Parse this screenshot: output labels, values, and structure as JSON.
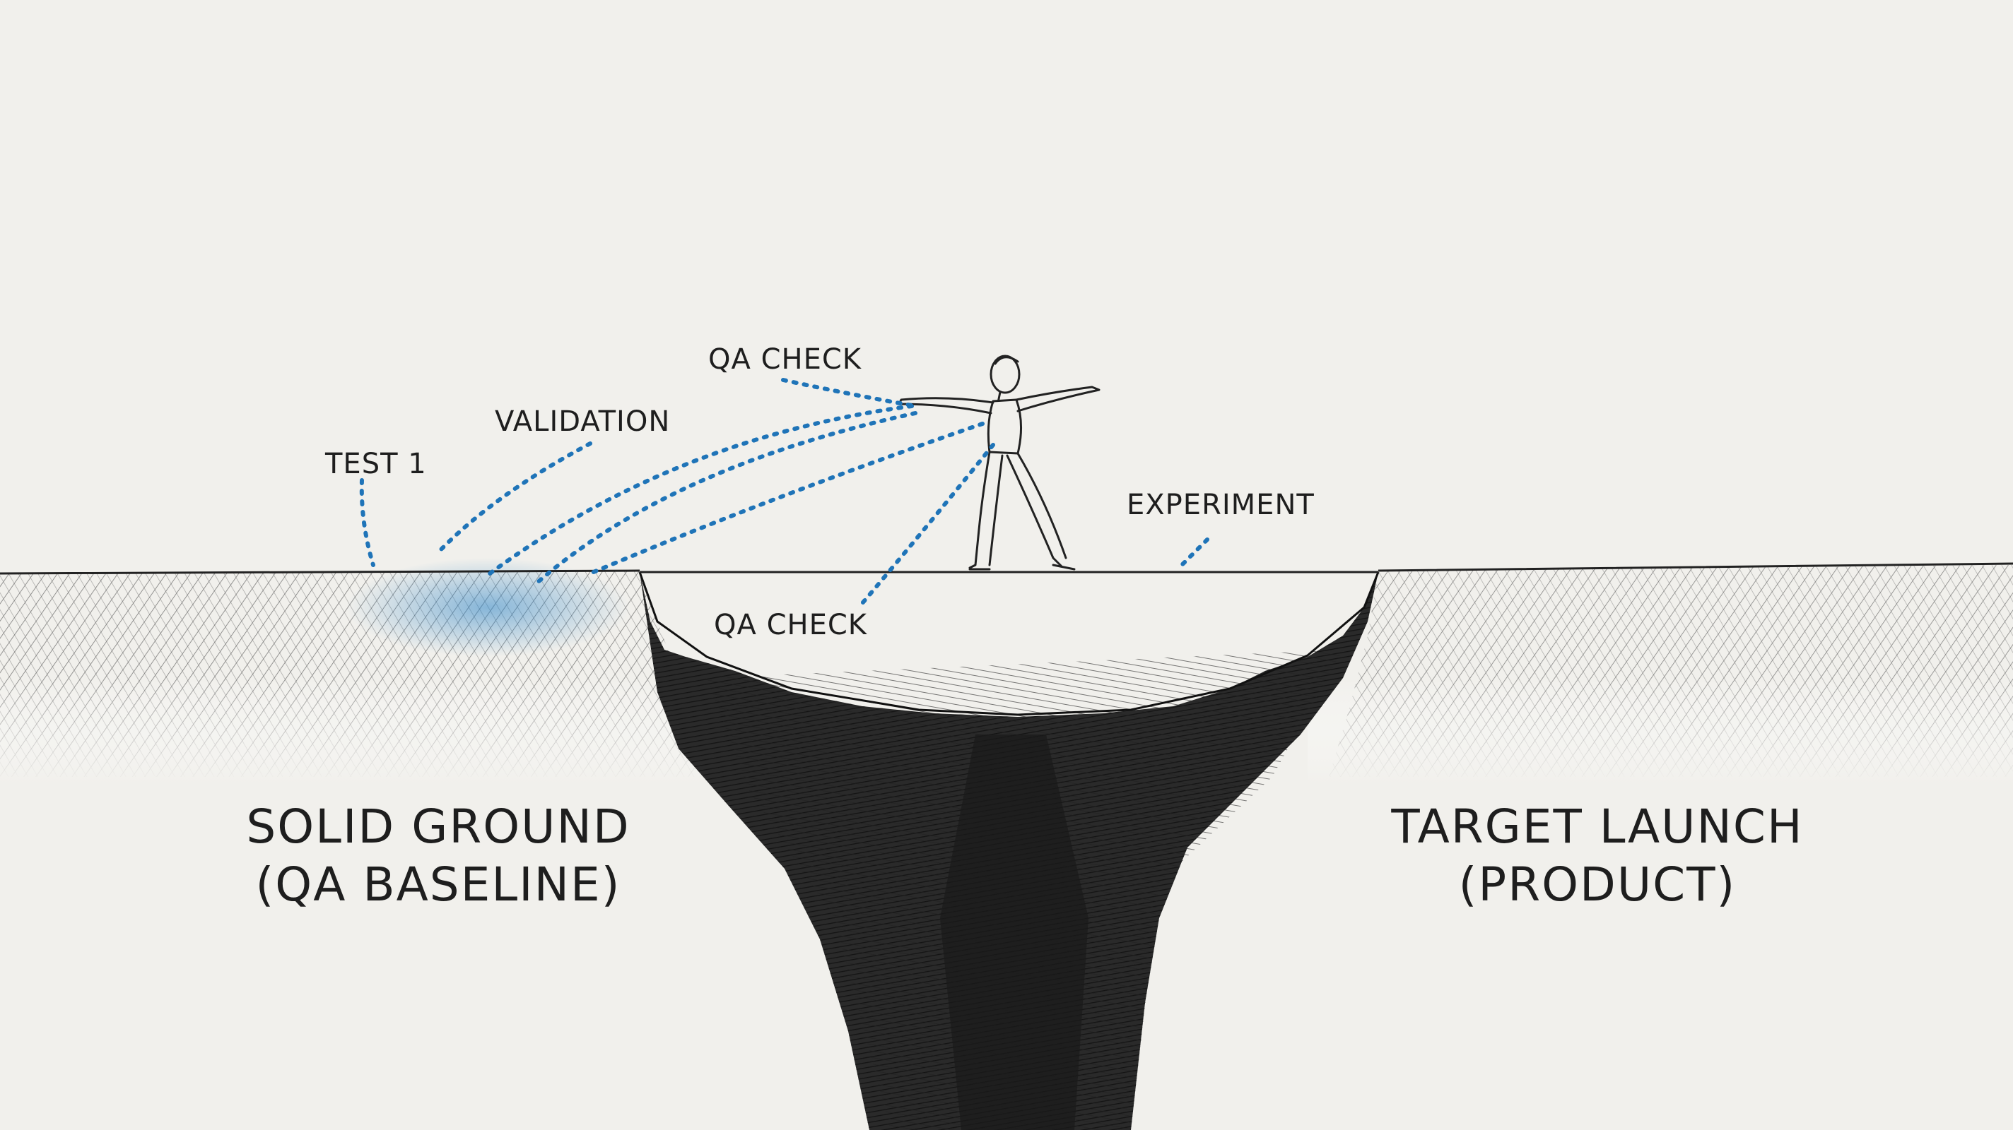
{
  "labels": {
    "qa_check_top": "QA CHECK",
    "validation": "VALIDATION",
    "test_1": "TEST 1",
    "experiment": "EXPERIMENT",
    "qa_check_bottom": "QA CHECK"
  },
  "sides": {
    "left_line1": "SOLID GROUND",
    "left_line2": "(QA BASELINE)",
    "right_line1": "TARGET LAUNCH",
    "right_line2": "(PRODUCT)"
  },
  "colors": {
    "paper": "#f1f0ec",
    "ink": "#1e1e1e",
    "accent_blue": "#1f74b8"
  }
}
